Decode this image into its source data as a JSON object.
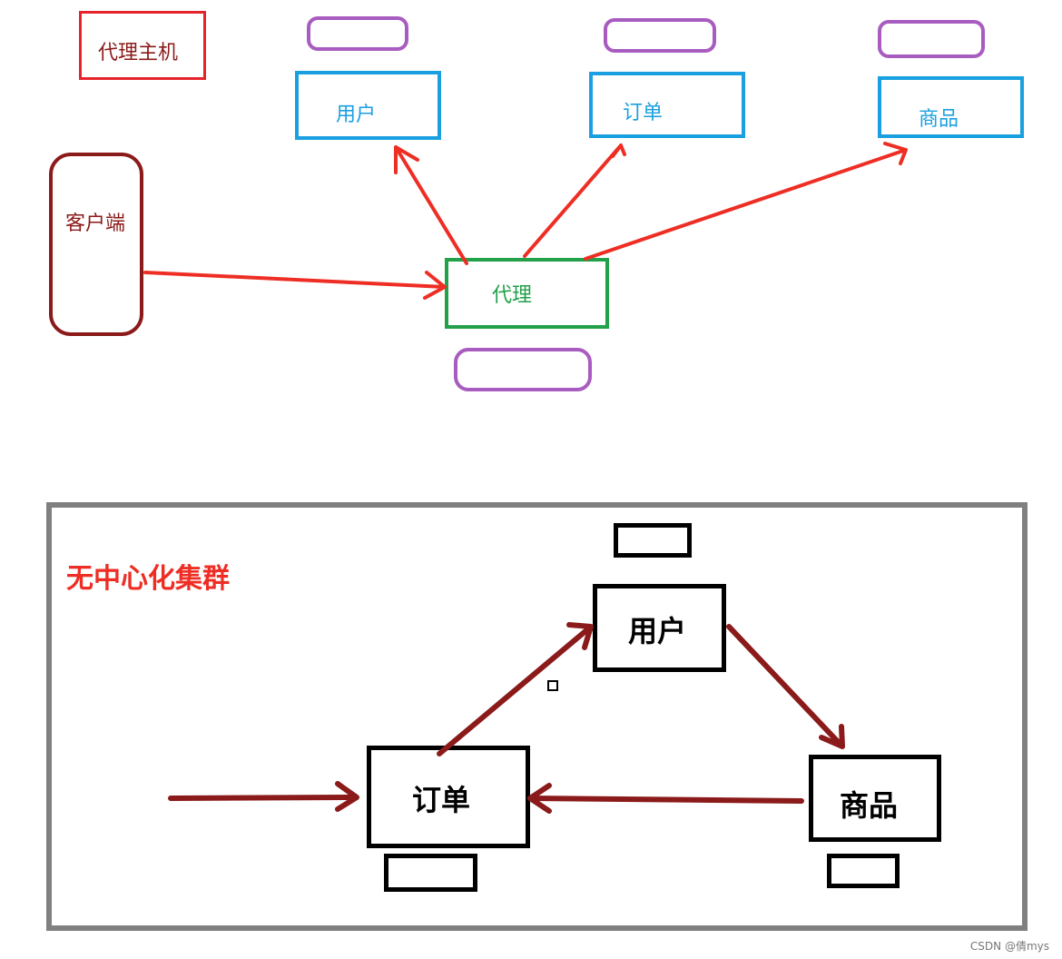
{
  "colors": {
    "proxy_host": "#e5232b",
    "client": "#8b1a1a",
    "service_box": "#1aa0e0",
    "proxy": "#22a04a",
    "cache": "#a85cc0",
    "arrow_top": "#ee2e24",
    "arrow_bottom": "#8b1a1a",
    "cluster_frame": "#808080",
    "cluster_title": "#ee2e24",
    "black": "#000000",
    "footer": "#777777"
  },
  "top": {
    "proxy_host_label": "代理主机",
    "client_label": "客户端",
    "proxy_label": "代理",
    "services": [
      {
        "id": "user",
        "label": "用户"
      },
      {
        "id": "order",
        "label": "订单"
      },
      {
        "id": "product",
        "label": "商品"
      }
    ]
  },
  "bottom": {
    "title": "无中心化集群",
    "nodes": [
      {
        "id": "user",
        "label": "用户"
      },
      {
        "id": "order",
        "label": "订单"
      },
      {
        "id": "product",
        "label": "商品"
      }
    ]
  },
  "footer": {
    "watermark": "CSDN @倩mys"
  }
}
